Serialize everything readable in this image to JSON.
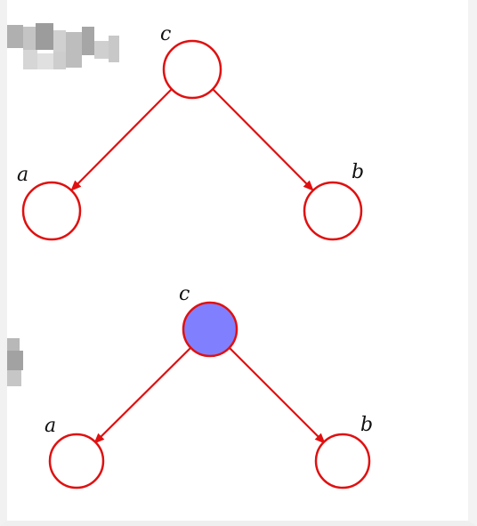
{
  "colors": {
    "edge": "#e01010",
    "node_stroke": "#e01010",
    "node_fill_observed": "#8080ff",
    "node_fill_unobserved": "#ffffff",
    "blur_gray": "#b8b8b8"
  },
  "diagrams": [
    {
      "nodes": [
        {
          "id": "c",
          "label": "c",
          "observed": false
        },
        {
          "id": "a",
          "label": "a",
          "observed": false
        },
        {
          "id": "b",
          "label": "b",
          "observed": false
        }
      ],
      "edges": [
        {
          "from": "c",
          "to": "a"
        },
        {
          "from": "c",
          "to": "b"
        }
      ]
    },
    {
      "nodes": [
        {
          "id": "c",
          "label": "c",
          "observed": true
        },
        {
          "id": "a",
          "label": "a",
          "observed": false
        },
        {
          "id": "b",
          "label": "b",
          "observed": false
        }
      ],
      "edges": [
        {
          "from": "c",
          "to": "a"
        },
        {
          "from": "c",
          "to": "b"
        }
      ]
    }
  ]
}
